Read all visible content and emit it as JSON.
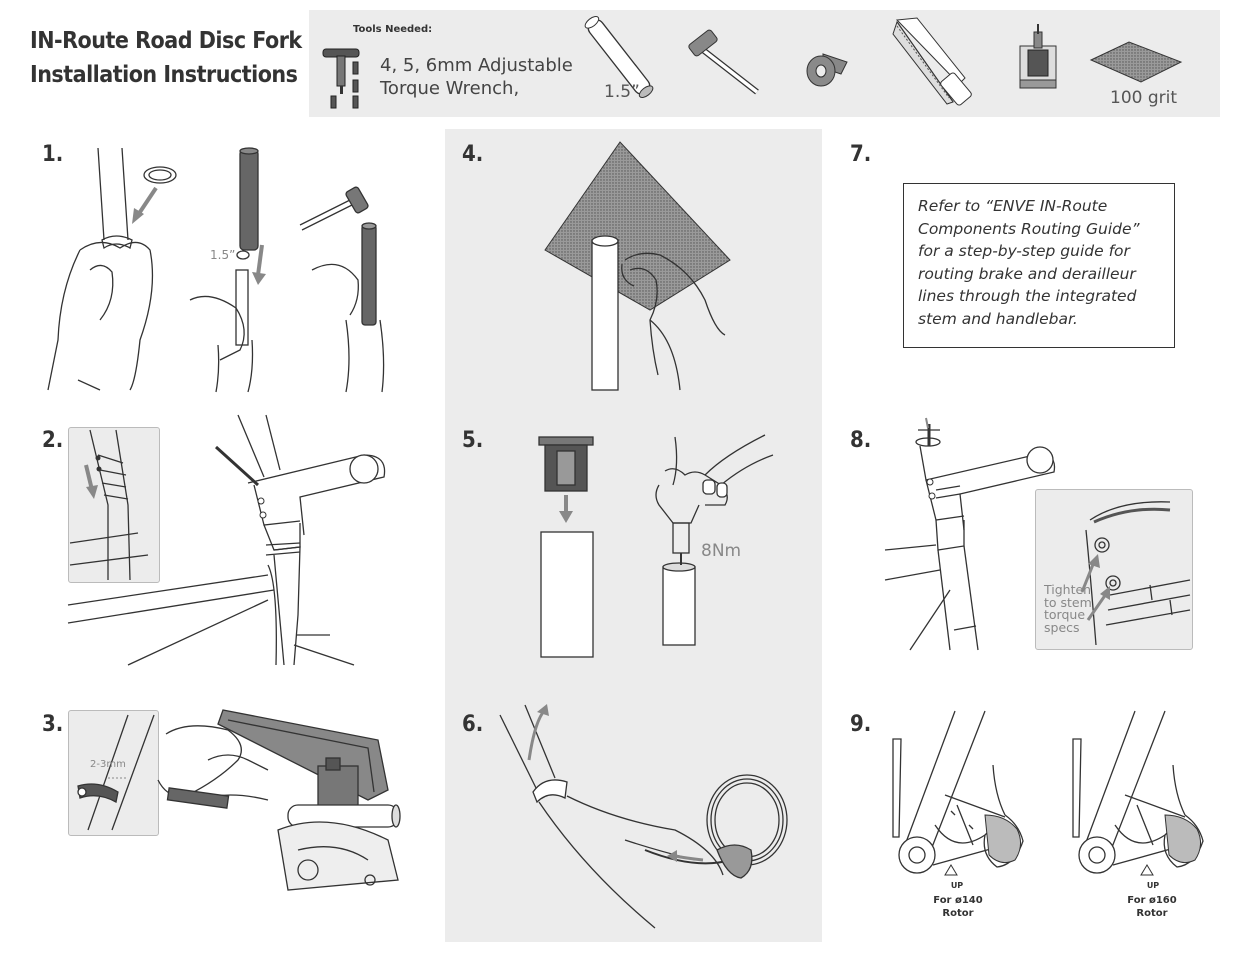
{
  "title": {
    "line1": "IN-Route Road Disc Fork",
    "line2": "Installation Instructions"
  },
  "tools": {
    "header": "Tools Needed:",
    "wrench_line1": "4, 5, 6mm Adjustable",
    "wrench_line2": "Torque Wrench,",
    "sleeve_label": "1.5”",
    "sandpaper_label": "100 grit",
    "icons": [
      "torque-wrench",
      "expander-sleeve",
      "mallet",
      "tape",
      "hacksaw",
      "saw-guide",
      "sandpaper"
    ]
  },
  "steps": [
    {
      "number": "1.",
      "label": "1.5”"
    },
    {
      "number": "2."
    },
    {
      "number": "3.",
      "label": "2-3mm"
    },
    {
      "number": "4."
    },
    {
      "number": "5.",
      "label": "8Nm"
    },
    {
      "number": "6."
    },
    {
      "number": "7.",
      "note": "Refer to “ENVE IN-Route Components Routing Guide” for a step-by-step guide for routing brake and derailleur lines through the integrated stem and handlebar."
    },
    {
      "number": "8.",
      "label": "Tighten to stem torque specs"
    },
    {
      "number": "9.",
      "left_up": "UP",
      "left_caption1": "For ø140",
      "left_caption2": "Rotor",
      "right_up": "UP",
      "right_caption1": "For ø160",
      "right_caption2": "Rotor"
    }
  ],
  "colors": {
    "panel": "#ececec",
    "text": "#333333",
    "arrow": "#888888"
  }
}
